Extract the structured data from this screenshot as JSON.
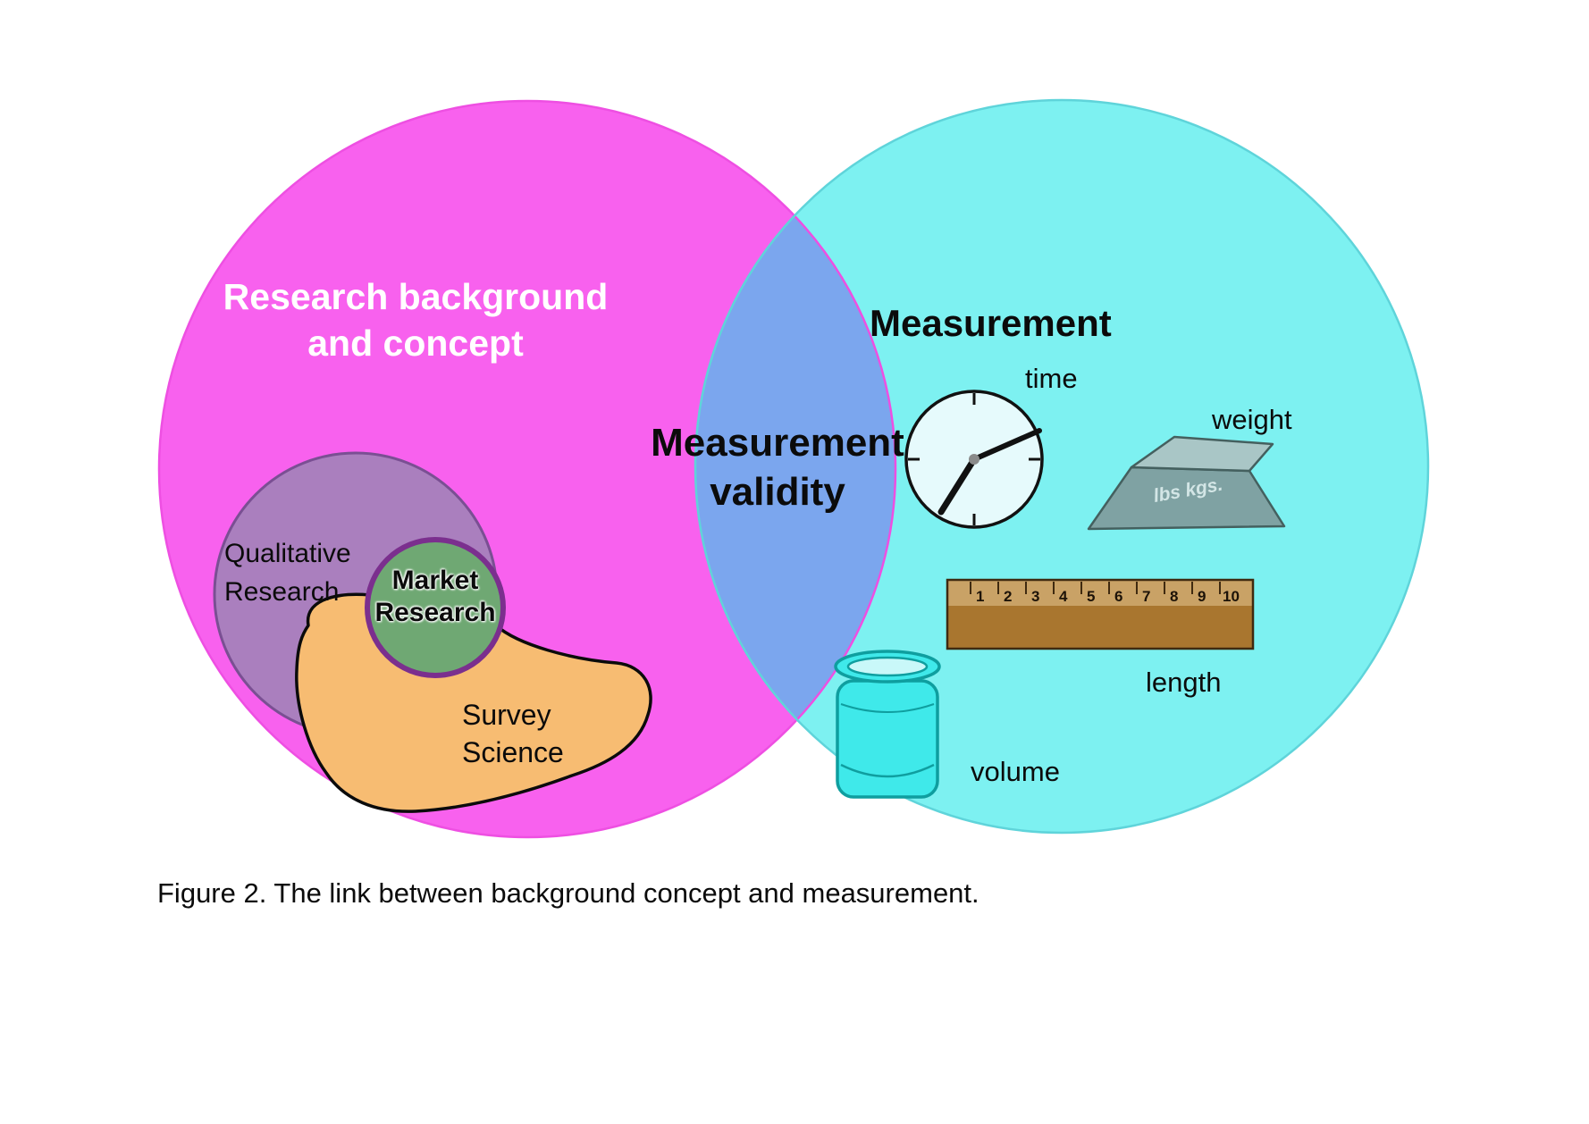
{
  "figure": {
    "caption": "Figure 2. The link between background concept and measurement."
  },
  "venn": {
    "left_circle": {
      "label": "Research background\nand concept",
      "color": "#f861ee",
      "outline": "#ee4fe2"
    },
    "right_circle": {
      "label": "Measurement",
      "color": "#7df1f1",
      "outline": "#5fd4da"
    },
    "overlap": {
      "label": "Measurement\nvalidity",
      "color": "#7ba6ee"
    }
  },
  "left_items": {
    "qualitative": {
      "label": "Qualitative\nResearch",
      "color": "#aa7fbe",
      "outline": "#7a4f93"
    },
    "market": {
      "label": "Market\nResearch",
      "color": "#6fa873",
      "outline": "#7b2f8e"
    },
    "survey": {
      "label": "Survey\nScience",
      "color": "#f7bc72",
      "outline": "#0b0b0b"
    }
  },
  "right_items": {
    "time": {
      "label": "time"
    },
    "weight": {
      "label": "weight",
      "unit_text": "lbs kgs."
    },
    "length": {
      "label": "length"
    },
    "volume": {
      "label": "volume"
    }
  },
  "ruler": {
    "numbers": [
      "1",
      "2",
      "3",
      "4",
      "5",
      "6",
      "7",
      "8",
      "9",
      "10"
    ]
  }
}
